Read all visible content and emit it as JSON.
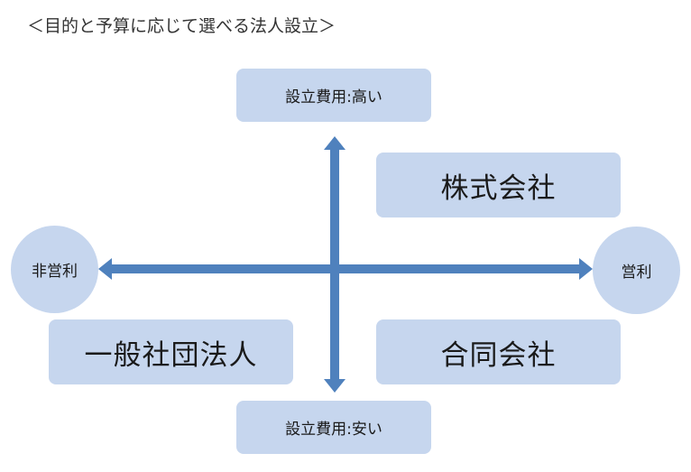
{
  "title": "＜目的と予算に応じて選べる法人設立＞",
  "axes": {
    "top": "設立費用:高い",
    "bottom": "設立費用:安い",
    "left": "非営利",
    "right": "営利"
  },
  "quadrants": {
    "top_right": "株式会社",
    "bottom_right": "合同会社",
    "bottom_left": "一般社団法人"
  },
  "colors": {
    "box_fill": "#c6d6ee",
    "arrow": "#4f81bd"
  }
}
